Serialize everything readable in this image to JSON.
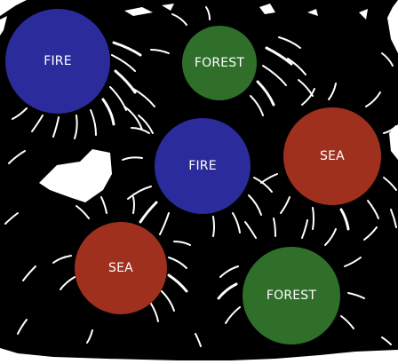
{
  "colors": {
    "fire": "#2b2b9c",
    "forest": "#2f6f2a",
    "sea": "#a0301e",
    "streak": "#ffffff",
    "background": "#000000"
  },
  "tokens": [
    {
      "label": "FIRE",
      "kind": "fire"
    },
    {
      "label": "FOREST",
      "kind": "forest"
    },
    {
      "label": "FIRE",
      "kind": "fire"
    },
    {
      "label": "SEA",
      "kind": "sea"
    },
    {
      "label": "SEA",
      "kind": "sea"
    },
    {
      "label": "FOREST",
      "kind": "forest"
    }
  ]
}
